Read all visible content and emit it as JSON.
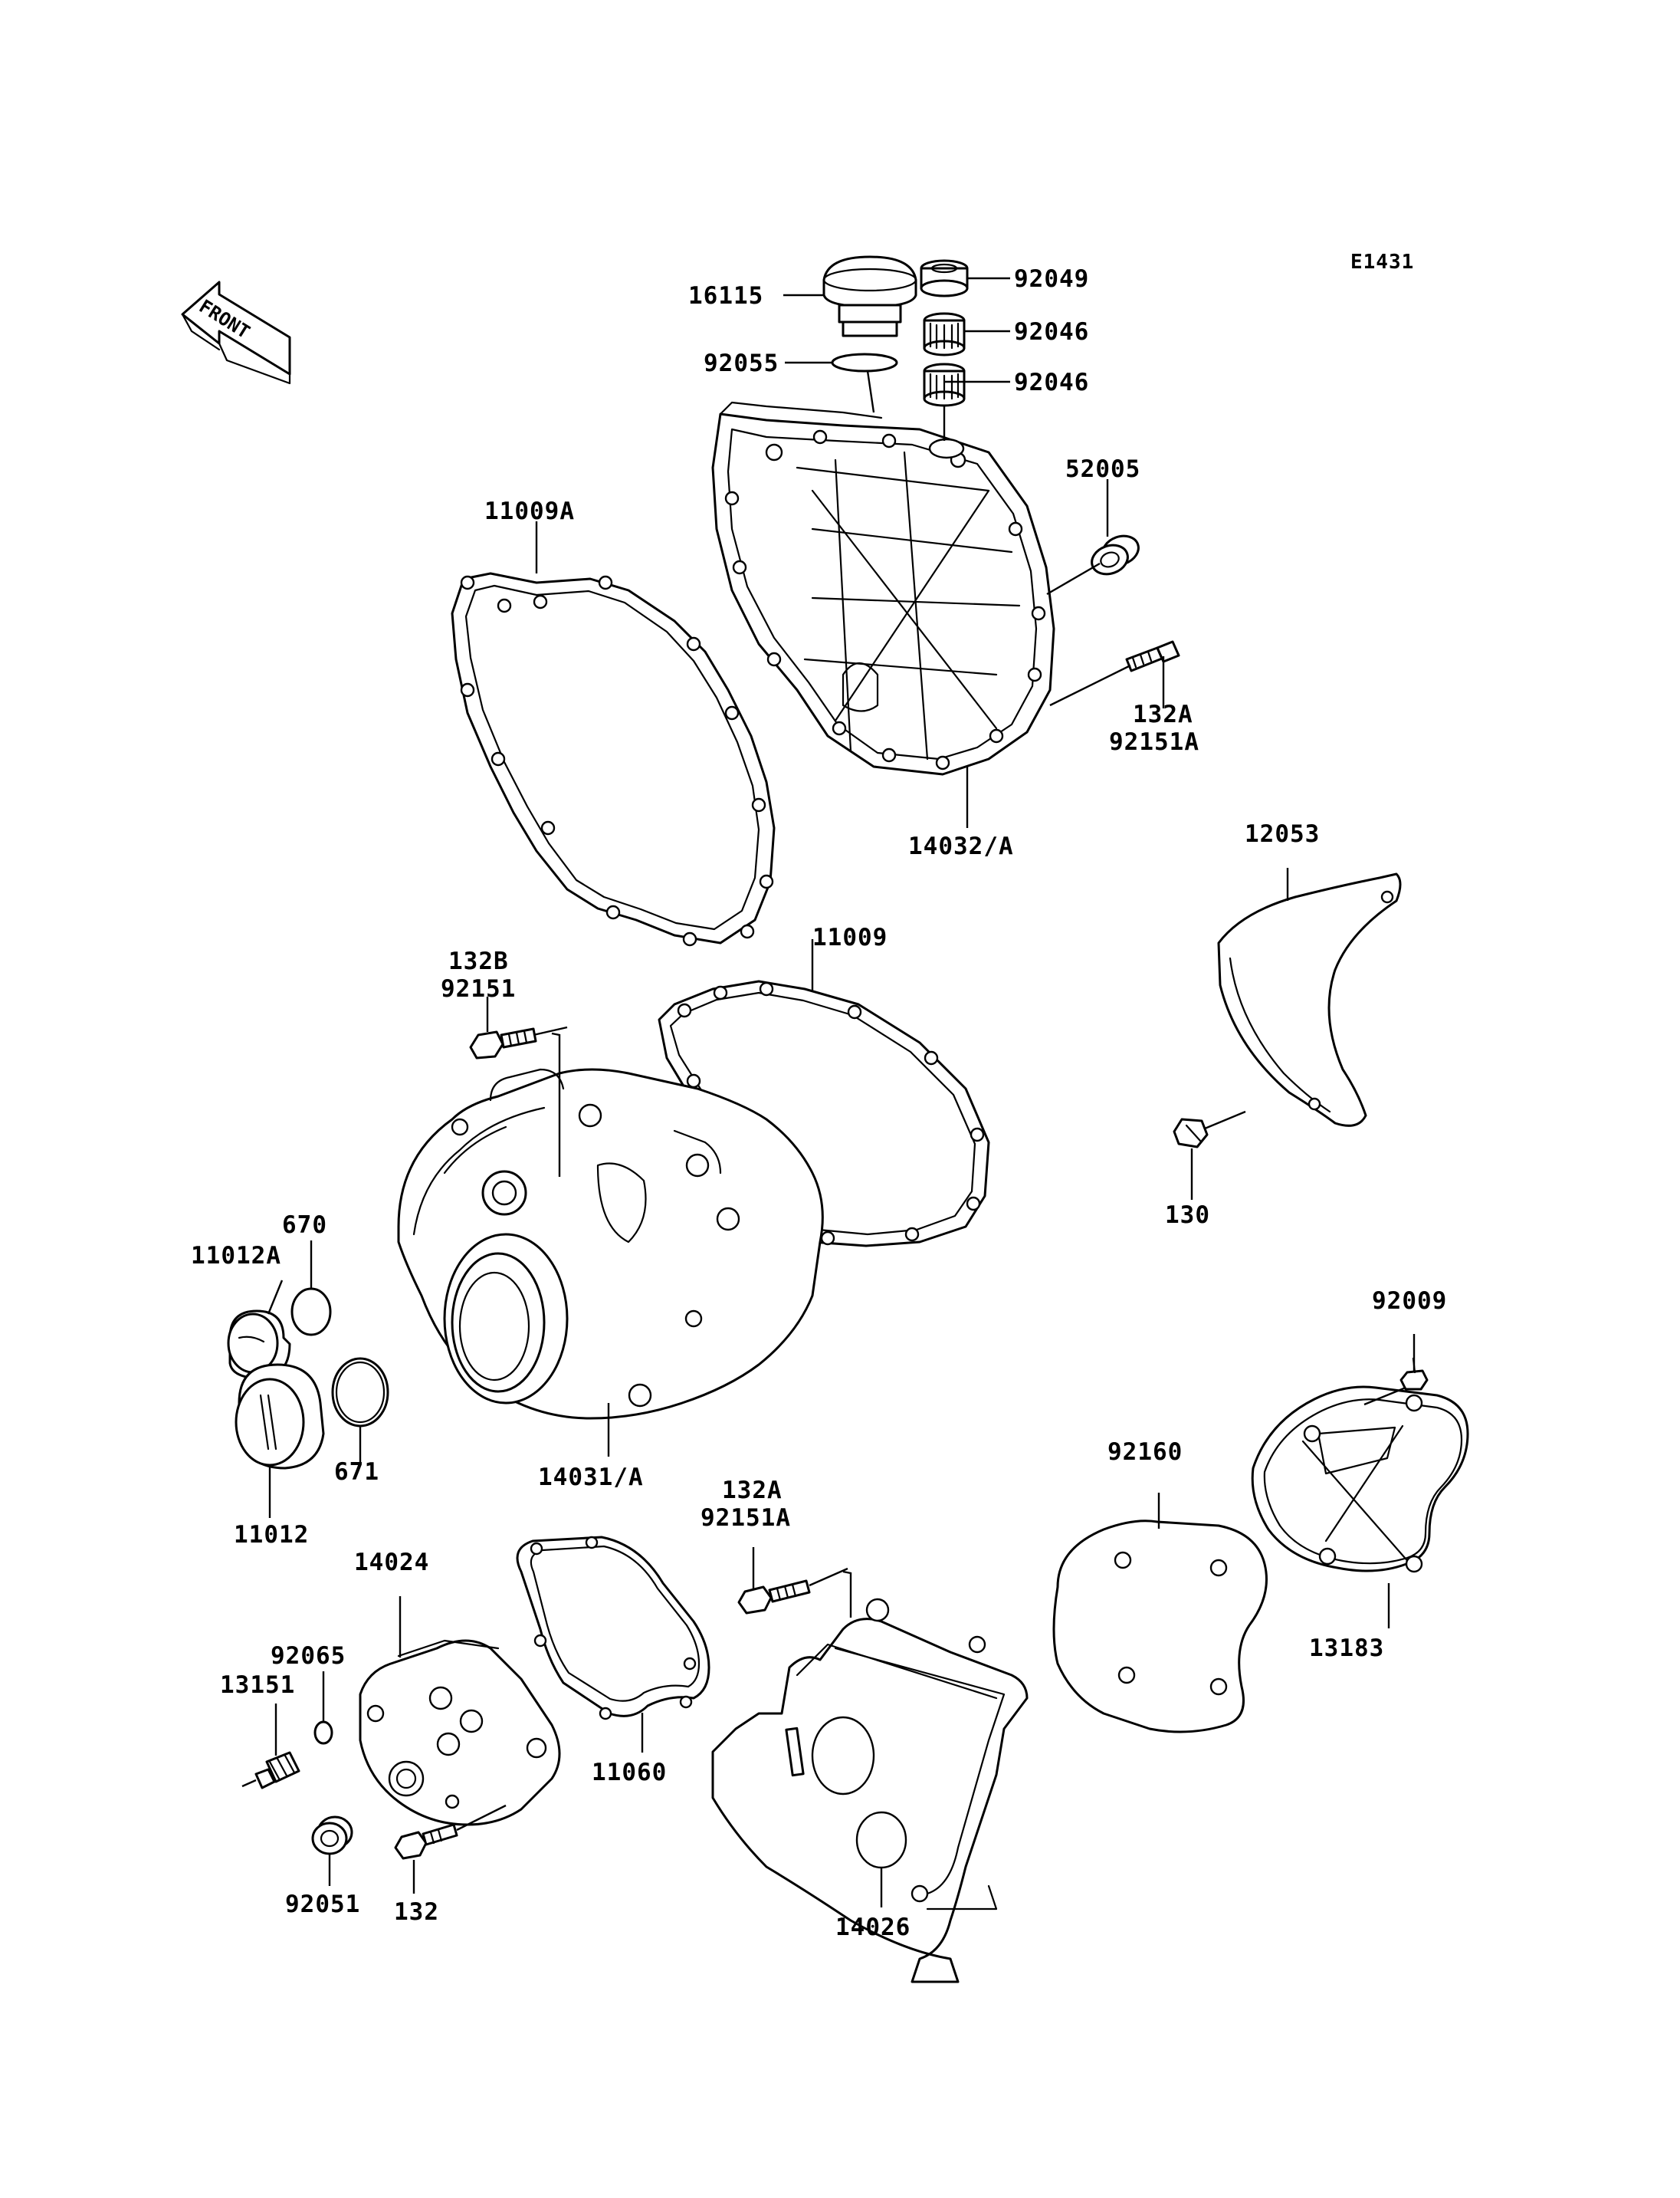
{
  "diagram_code": "E1431",
  "front_label": "FRONT",
  "part_labels": {
    "p16115": "16115",
    "p92049": "92049",
    "p92046a": "92046",
    "p92046b": "92046",
    "p92055": "92055",
    "p52005": "52005",
    "p11009A": "11009A",
    "p132A_top": "132A",
    "p92151A_top": "92151A",
    "p14032A": "14032/A",
    "p12053": "12053",
    "p11009": "11009",
    "p132B": "132B",
    "p92151": "92151",
    "p130": "130",
    "p670": "670",
    "p11012A": "11012A",
    "p92009": "92009",
    "p671": "671",
    "p14031A": "14031/A",
    "p92160": "92160",
    "p11012": "11012",
    "p132A_mid": "132A",
    "p92151A_mid": "92151A",
    "p14024": "14024",
    "p13183": "13183",
    "p92065": "92065",
    "p13151": "13151",
    "p11060": "11060",
    "p92051": "92051",
    "p132": "132",
    "p14026": "14026"
  }
}
